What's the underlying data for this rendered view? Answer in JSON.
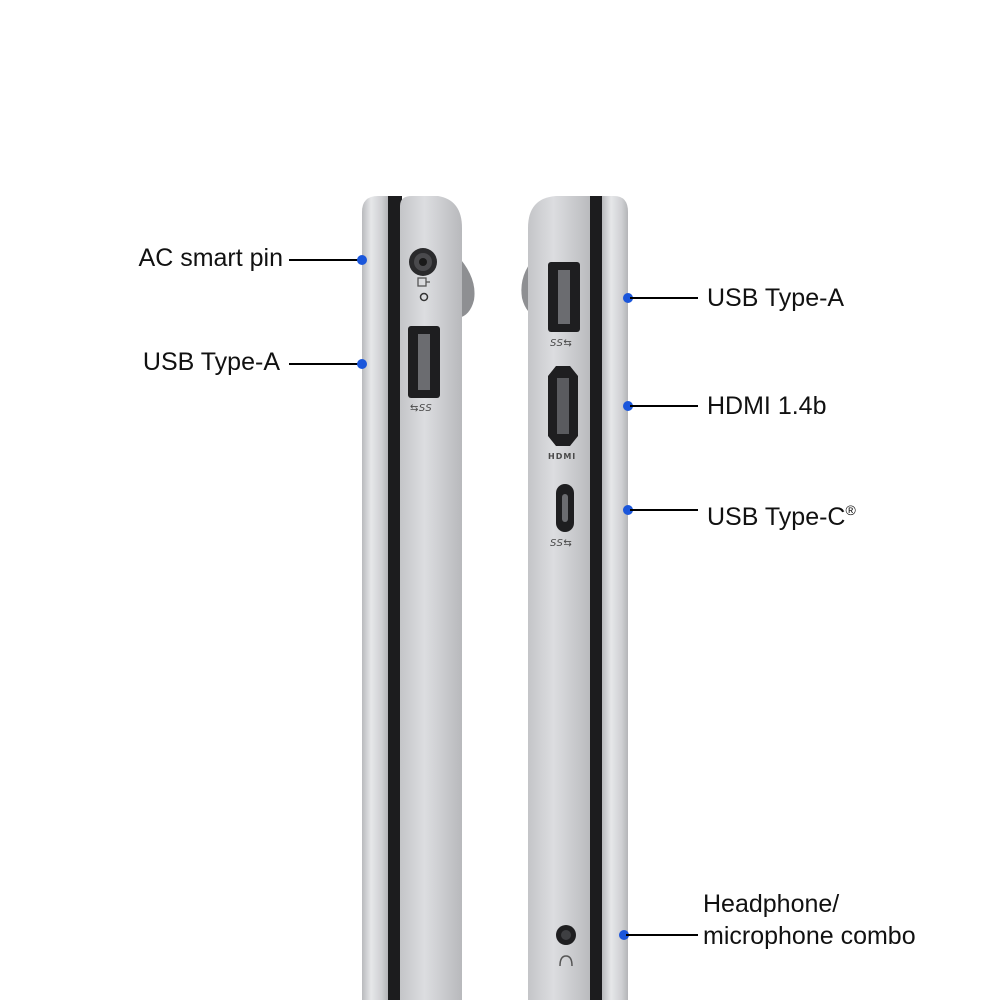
{
  "callouts_left": [
    {
      "id": "ac-smart-pin",
      "label": "AC smart pin"
    },
    {
      "id": "usb-type-a-left",
      "label": "USB Type-A"
    }
  ],
  "callouts_right": [
    {
      "id": "usb-type-a-right",
      "label": "USB Type-A"
    },
    {
      "id": "hdmi",
      "label": "HDMI 1.4b"
    },
    {
      "id": "usb-type-c",
      "label": "USB Type-C",
      "mark": "®"
    },
    {
      "id": "headphone",
      "label_line1": "Headphone/",
      "label_line2": "microphone combo"
    }
  ],
  "port_markings": {
    "usb_a_left": "⇆SS",
    "usb_a_right": "SS⇆",
    "hdmi": "HDMI",
    "usb_c": "SS⇆"
  },
  "colors": {
    "background": "#ffffff",
    "chassis": "#c9cacc",
    "chassis_highlight": "#e4e5e7",
    "gap": "#1c1c1e",
    "dot": "#1a56db",
    "text": "#111111"
  }
}
